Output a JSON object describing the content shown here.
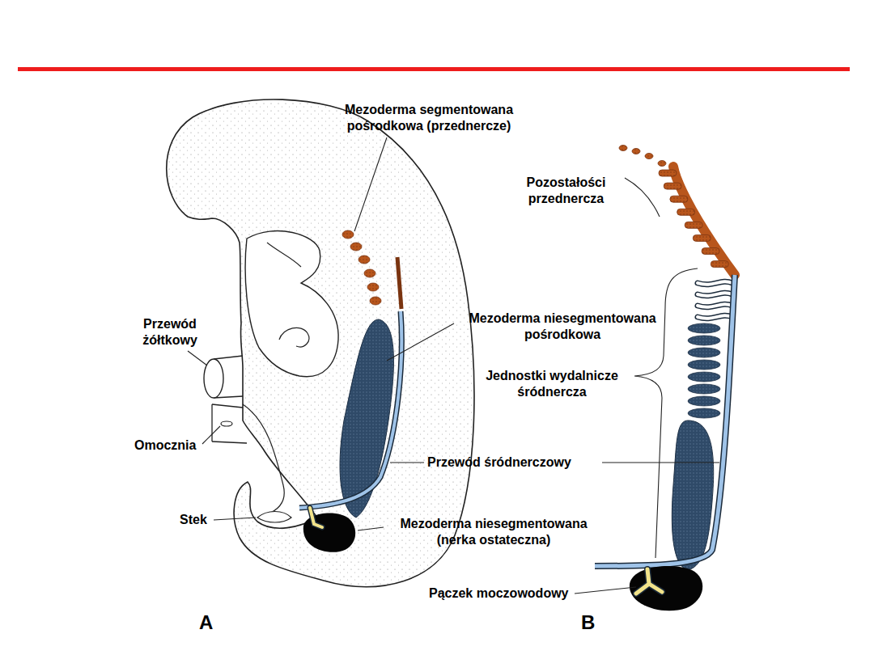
{
  "diagram": {
    "labels": [
      "Mezoderma segmentowana pośrodkowa (przednercze)",
      "Przewód żółtkowy",
      "Omocznia",
      "Stek",
      "Mezoderma niesegmentowana pośrodkowa",
      "Przewód śródnerczowy",
      "Mezoderma niesegmentowana (nerka ostateczna)",
      "Pozostałości przednercza",
      "Jednostki wydalnicze śródnercza",
      "Pączek moczowodowy",
      "A",
      "B"
    ]
  }
}
